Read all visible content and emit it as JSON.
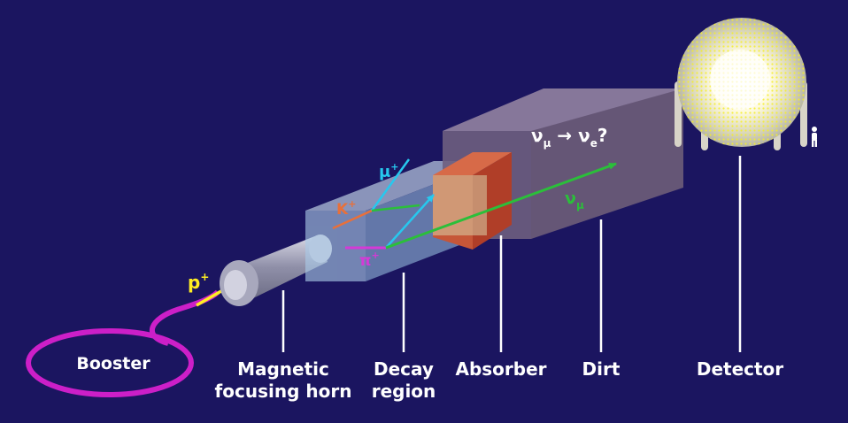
{
  "labels": {
    "booster": "Booster",
    "horn_line1": "Magnetic",
    "horn_line2": "focusing horn",
    "decay_line1": "Decay",
    "decay_line2": "region",
    "absorber": "Absorber",
    "dirt": "Dirt",
    "detector": "Detector"
  },
  "particles": {
    "proton": "p",
    "kaon": "K",
    "pion": "π",
    "muon": "μ",
    "plus": "+",
    "nu": "ν",
    "sub_mu": "μ",
    "sub_e": "e",
    "question": "?"
  },
  "colors": {
    "background": "#1b1560",
    "booster_ring": "#cc1fc8",
    "proton": "#ffee22",
    "kaon": "#e8703a",
    "pion": "#d43ad6",
    "muon": "#27c8ee",
    "neutrino": "#2bbf3a",
    "absorber": "#c04a30",
    "dirt": "#6e5e80",
    "decay_region": "#a9c9e6",
    "detector_pmt": "#f4ee2a"
  },
  "icons": {
    "person": "person-silhouette-icon"
  }
}
